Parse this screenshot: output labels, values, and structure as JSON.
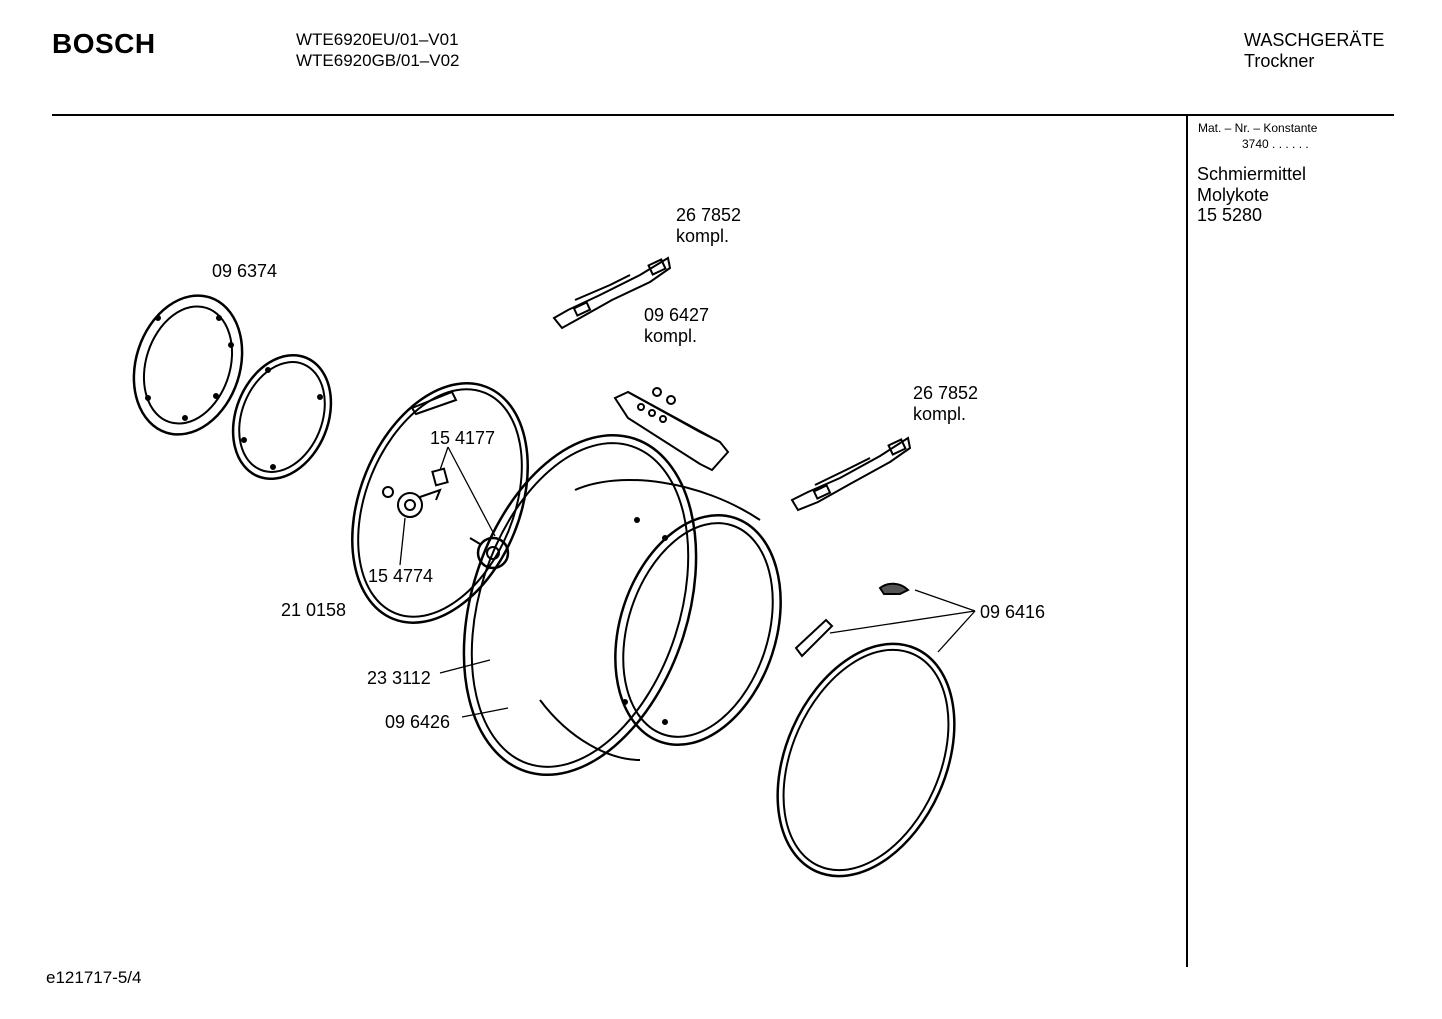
{
  "header": {
    "brand": "BOSCH",
    "model_lines": [
      "WTE6920EU/01–V01",
      "WTE6920GB/01–V02"
    ],
    "category_lines": [
      "WASCHGERÄTE",
      "Trockner"
    ]
  },
  "sidebar": {
    "mat_header": "Mat. – Nr. – Konstante",
    "mat_value": "3740  .  .  .  .  .  .",
    "note_lines": [
      "Schmiermittel",
      "Molykote",
      "15 5280"
    ]
  },
  "part_labels": {
    "p096374": "09 6374",
    "p267852_top": "26 7852",
    "p267852_top_suffix": "kompl.",
    "p096427": "09 6427",
    "p096427_suffix": "kompl.",
    "p267852_right": "26 7852",
    "p267852_right_suffix": "kompl.",
    "p154177": "15 4177",
    "p154774": "15 4774",
    "p210158": "21 0158",
    "p233112": "23 3112",
    "p096426": "09 6426",
    "p096416": "09 6416"
  },
  "footer": {
    "doc_id": "e121717-5/4"
  }
}
